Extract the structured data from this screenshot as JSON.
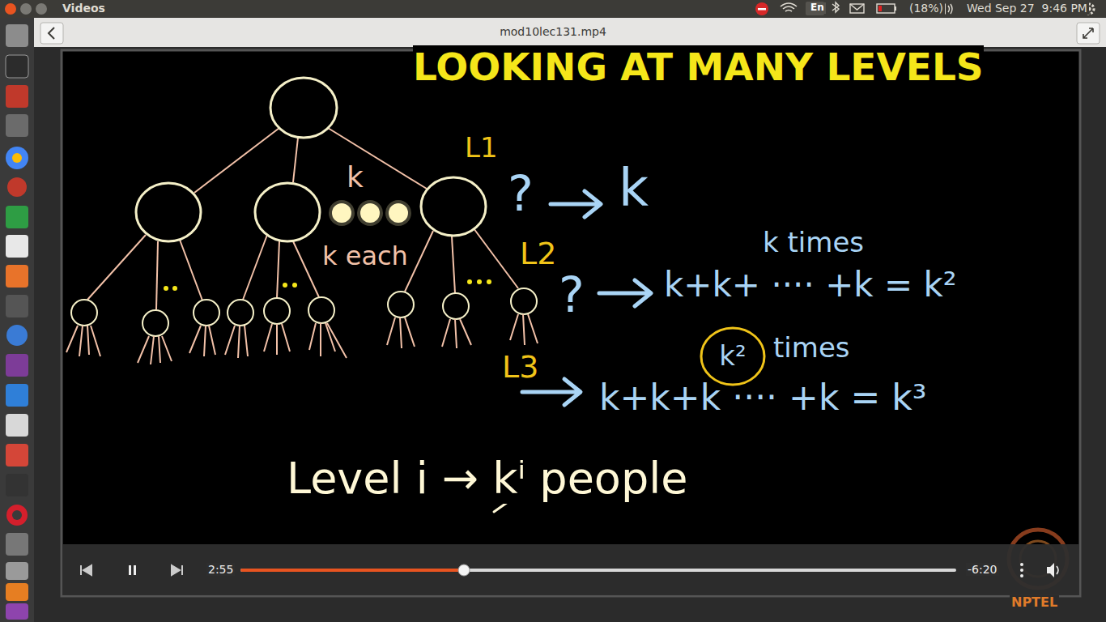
{
  "diagram": {
    "title": "LOOKING AT MANY LEVELS",
    "nodes": [
      {
        "text": [
          "k²"
        ]
      }
    ],
    "labels": [
      "Videos",
      "En",
      "(18%)",
      "Wed Sep 27  9:46 PM",
      "mod10lec131.mp4",
      "k",
      "k each",
      "L1",
      "?",
      "k",
      "L2",
      "?",
      "k times",
      "k+k+ ···· +k = k²",
      "L3",
      "times",
      "k+k+k ···· +k = k³",
      "Level i → kⁱ people",
      "2:55",
      "-6:20",
      "NPTEL"
    ]
  }
}
